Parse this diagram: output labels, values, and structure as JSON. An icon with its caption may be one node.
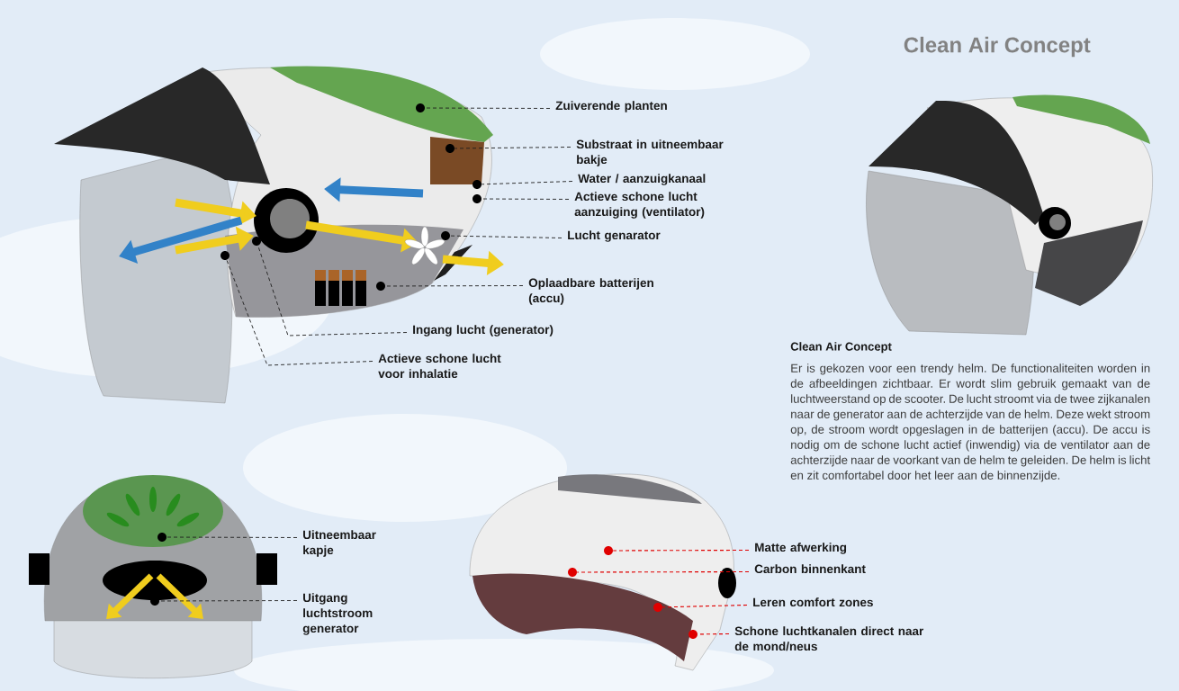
{
  "diagram": {
    "title": "Clean Air Concept",
    "nodes": [
      {
        "text": [
          "Zuiverende planten"
        ]
      },
      {
        "text": [
          "Substraat in uitneembaar bakje"
        ]
      },
      {
        "text": [
          "Water / aanzuigkanaal"
        ]
      },
      {
        "text": [
          "Actieve schone lucht aanzuiging (ventilator)"
        ]
      },
      {
        "text": [
          "Lucht genarator"
        ]
      },
      {
        "text": [
          "Oplaadbare batterijen (accu)"
        ]
      },
      {
        "text": [
          "Ingang lucht (generator)"
        ]
      },
      {
        "text": [
          "Actieve schone lucht voor inhalatie"
        ]
      },
      {
        "text": [
          "Uitneembaar kapje"
        ]
      },
      {
        "text": [
          "Uitgang luchtstroom generator"
        ]
      },
      {
        "text": [
          "Matte afwerking"
        ]
      },
      {
        "text": [
          "Carbon binnenkant"
        ]
      },
      {
        "text": [
          "Leren comfort zones"
        ]
      },
      {
        "text": [
          "Schone luchtkanalen direct naar de mond/neus"
        ]
      },
      {
        "text": [],
        "shape": "circle"
      },
      {
        "text": [],
        "shape": "circle"
      },
      {
        "text": [],
        "shape": "circle"
      },
      {
        "text": [],
        "shape": "circle"
      },
      {
        "text": [],
        "shape": "circle"
      },
      {
        "text": [],
        "shape": "circle"
      },
      {
        "text": [],
        "shape": "circle"
      },
      {
        "text": [],
        "shape": "circle"
      },
      {
        "text": [],
        "shape": "circle"
      },
      {
        "text": [],
        "shape": "circle"
      },
      {
        "text": [],
        "shape": "circle"
      },
      {
        "text": [],
        "shape": "circle"
      },
      {
        "text": [],
        "shape": "circle"
      },
      {
        "text": [],
        "shape": "circle"
      }
    ],
    "edges": [
      {
        "from": 0,
        "to": 14,
        "arrow": "none",
        "style": "dashed"
      },
      {
        "from": 1,
        "to": 15,
        "arrow": "none",
        "style": "dashed"
      },
      {
        "from": 2,
        "to": 16,
        "arrow": "none",
        "style": "dashed"
      },
      {
        "from": 3,
        "to": 17,
        "arrow": "none",
        "style": "dashed"
      },
      {
        "from": 4,
        "to": 18,
        "arrow": "none",
        "style": "dashed"
      },
      {
        "from": 5,
        "to": 19,
        "arrow": "none",
        "style": "dashed"
      },
      {
        "from": 6,
        "to": 20,
        "arrow": "none",
        "style": "dashed"
      },
      {
        "from": 7,
        "to": 21,
        "arrow": "none",
        "style": "dashed"
      },
      {
        "from": 8,
        "to": 22,
        "arrow": "none",
        "style": "dashed"
      },
      {
        "from": 9,
        "to": 23,
        "arrow": "none",
        "style": "dashed"
      },
      {
        "from": 10,
        "to": 24,
        "arrow": "none",
        "style": "dashed",
        "color": "#e00000"
      },
      {
        "from": 11,
        "to": 25,
        "arrow": "none",
        "style": "dashed",
        "color": "#e00000"
      },
      {
        "from": 12,
        "to": 26,
        "arrow": "none",
        "style": "dashed",
        "color": "#e00000"
      },
      {
        "from": 13,
        "to": 27,
        "arrow": "none",
        "style": "dashed",
        "color": "#e00000"
      }
    ],
    "labels": [
      "Clean Air Concept",
      "Er is gekozen voor een trendy helm. De functionaliteiten worden in de afbeeldingen zichtbaar. Er wordt slim gebruik gemaakt van de luchtweerstand op de scooter. De lucht stroomt via de twee zijkanalen naar de generator aan de achterzijde van de helm. Deze wekt stroom op, de stroom wordt opgeslagen in de batterijen (accu). De accu is nodig om de schone lucht actief (inwendig) via de ventilator aan de achterzijde naar de voorkant van de helm te geleiden. De helm is licht en zit comfortabel door het leer aan de binnenzijde."
    ]
  }
}
